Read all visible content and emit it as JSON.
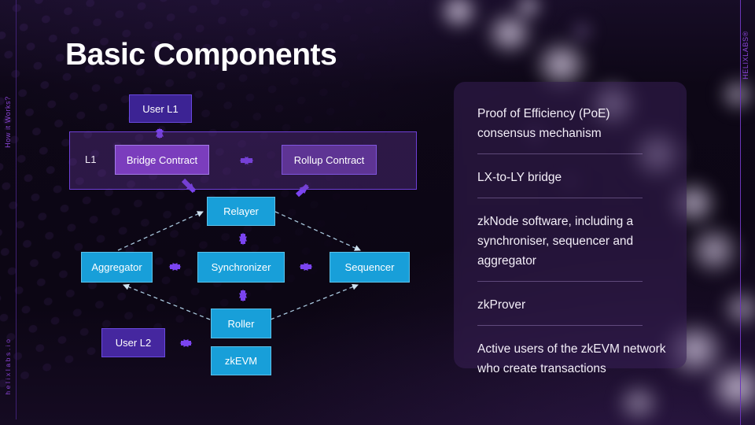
{
  "slide": {
    "title": "Basic Components",
    "vertical_left_top": "How it Works?",
    "vertical_left_bottom": "helixlabs.io",
    "vertical_right": "HELIXLABS®"
  },
  "diagram": {
    "nodes": {
      "user_l1": "User L1",
      "l1_zone": "L1",
      "bridge_contract": "Bridge Contract",
      "rollup_contract": "Rollup Contract",
      "relayer": "Relayer",
      "aggregator": "Aggregator",
      "synchronizer": "Synchronizer",
      "sequencer": "Sequencer",
      "roller": "Roller",
      "user_l2": "User L2",
      "zkevm": "zkEVM"
    }
  },
  "panel": {
    "items": [
      "Proof of Efficiency (PoE) consensus mechanism",
      "LX-to-LY bridge",
      "zkNode software, including a synchroniser, sequencer and aggregator",
      "zkProver",
      "Active users of the zkEVM network who create transactions"
    ]
  },
  "colors": {
    "arrow_purple": "#7b44f0",
    "node_cyan": "#189fd9",
    "node_indigo": "#3c2394",
    "node_indigo2": "#45279f",
    "contract_purple": "#7b3dbd",
    "rollup_purple": "#5e3494",
    "dash_line": "#a9c7dd",
    "brand_purple": "#8a45d6"
  }
}
